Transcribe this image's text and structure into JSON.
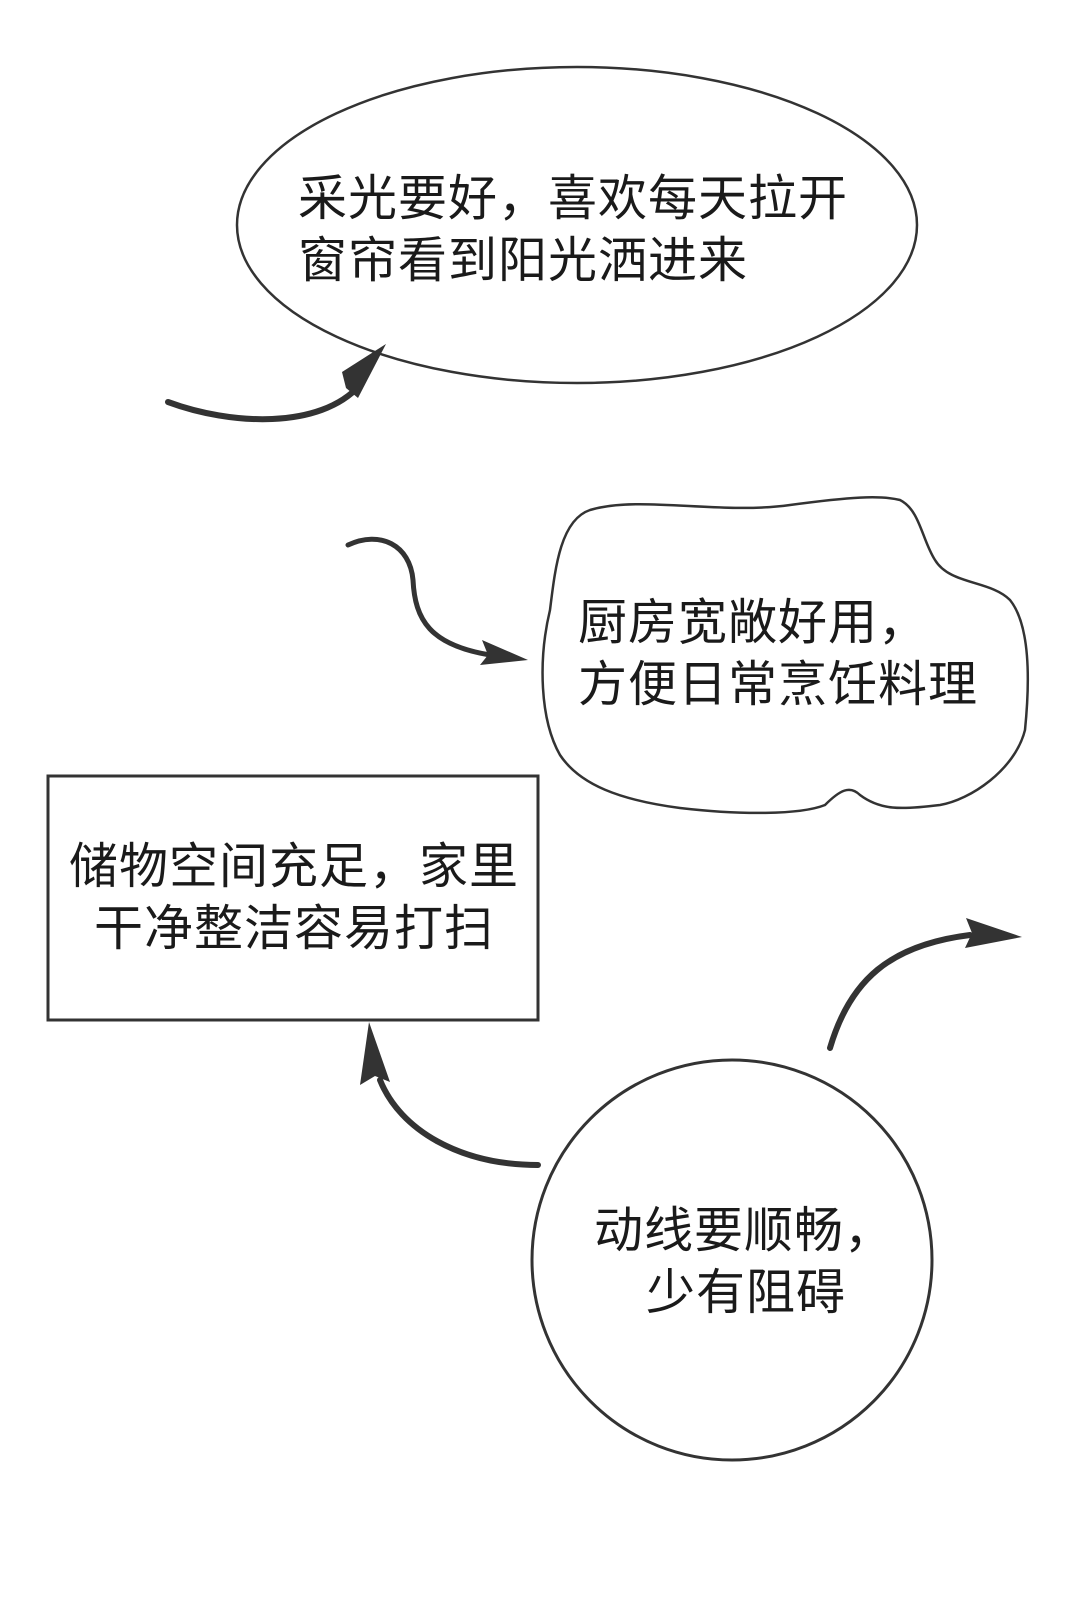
{
  "diagram": {
    "stroke_color": "#333333",
    "background": "#ffffff",
    "nodes": [
      {
        "id": "lighting",
        "shape": "ellipse",
        "lines": [
          "采光要好，喜欢每天拉开",
          "窗帘看到阳光洒进来"
        ]
      },
      {
        "id": "kitchen",
        "shape": "cloud",
        "lines": [
          "厨房宽敞好用，",
          "方便日常烹饪料理"
        ]
      },
      {
        "id": "storage",
        "shape": "rectangle",
        "lines": [
          "储物空间充足，家里",
          "干净整洁容易打扫"
        ]
      },
      {
        "id": "circulation",
        "shape": "circle",
        "lines": [
          "动线要顺畅，",
          "少有阻碍"
        ]
      }
    ],
    "arrows": [
      {
        "id": "arrow-to-lighting",
        "target": "lighting",
        "style": "curved"
      },
      {
        "id": "arrow-to-kitchen",
        "target": "kitchen",
        "style": "s-curve"
      },
      {
        "id": "arrow-to-storage",
        "from": "circulation",
        "target": "storage",
        "style": "curved"
      },
      {
        "id": "arrow-out-right",
        "from": "circulation",
        "target": "offscreen-right",
        "style": "curved"
      }
    ]
  }
}
